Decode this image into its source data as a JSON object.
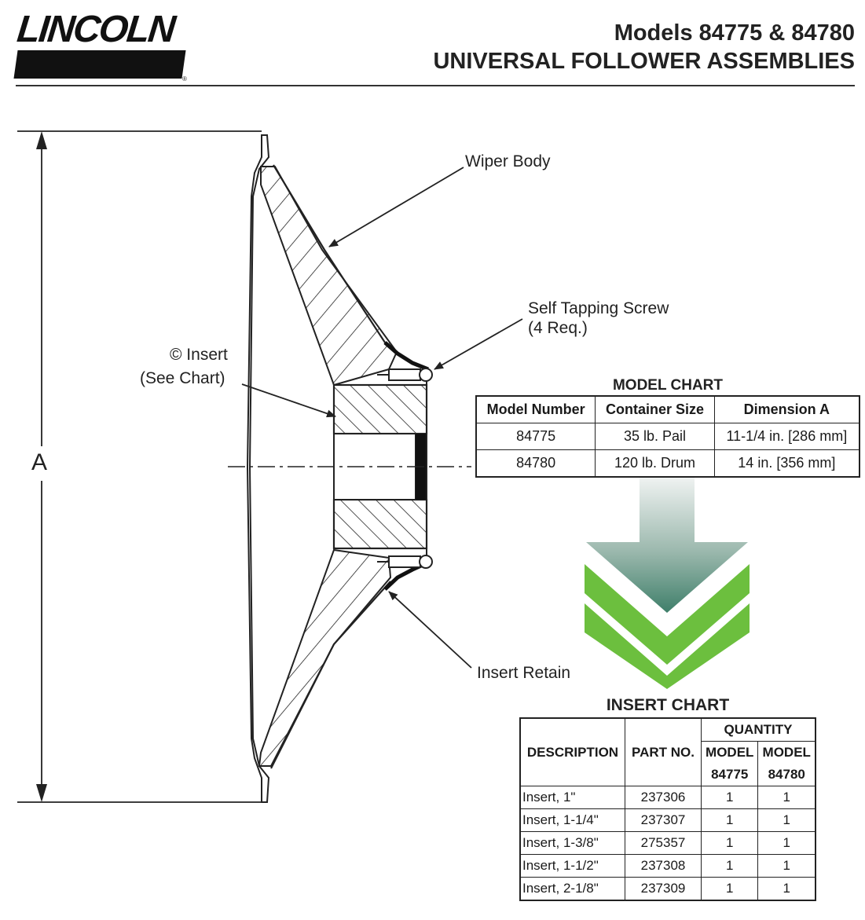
{
  "header": {
    "logo_text": "LINCOLN",
    "logo_registered": "®",
    "title_line1": "Models 84775 & 84780",
    "title_line2": "UNIVERSAL FOLLOWER ASSEMBLIES"
  },
  "diagram": {
    "dimension_label": "A",
    "callouts": {
      "wiper_body": "Wiper Body",
      "self_tapping_screw_1": "Self Tapping Screw",
      "self_tapping_screw_2": "(4 Req.)",
      "insert_1": "© Insert",
      "insert_2": "(See Chart)",
      "insert_retain": "Insert Retain"
    },
    "arrow_colors": {
      "top": "#f0f3f2",
      "bottom": "#3f7f6a",
      "chevron": "#6cbf3e"
    }
  },
  "model_chart": {
    "title": "MODEL CHART",
    "headers": [
      "Model Number",
      "Container Size",
      "Dimension A"
    ],
    "rows": [
      [
        "84775",
        "35 lb. Pail",
        "11-1/4 in. [286 mm]"
      ],
      [
        "84780",
        "120 lb. Drum",
        "14 in. [356 mm]"
      ]
    ]
  },
  "insert_chart": {
    "title": "INSERT CHART",
    "headers": {
      "description": "DESCRIPTION",
      "part_no": "PART NO.",
      "quantity": "QUANTITY",
      "model_a_1": "MODEL",
      "model_a_2": "84775",
      "model_b_1": "MODEL",
      "model_b_2": "84780"
    },
    "rows": [
      [
        "Insert, 1\"",
        "237306",
        "1",
        "1"
      ],
      [
        "Insert, 1-1/4\"",
        "237307",
        "1",
        "1"
      ],
      [
        "Insert, 1-3/8\"",
        "275357",
        "1",
        "1"
      ],
      [
        "Insert, 1-1/2\"",
        "237308",
        "1",
        "1"
      ],
      [
        "Insert, 2-1/8\"",
        "237309",
        "1",
        "1"
      ]
    ]
  }
}
